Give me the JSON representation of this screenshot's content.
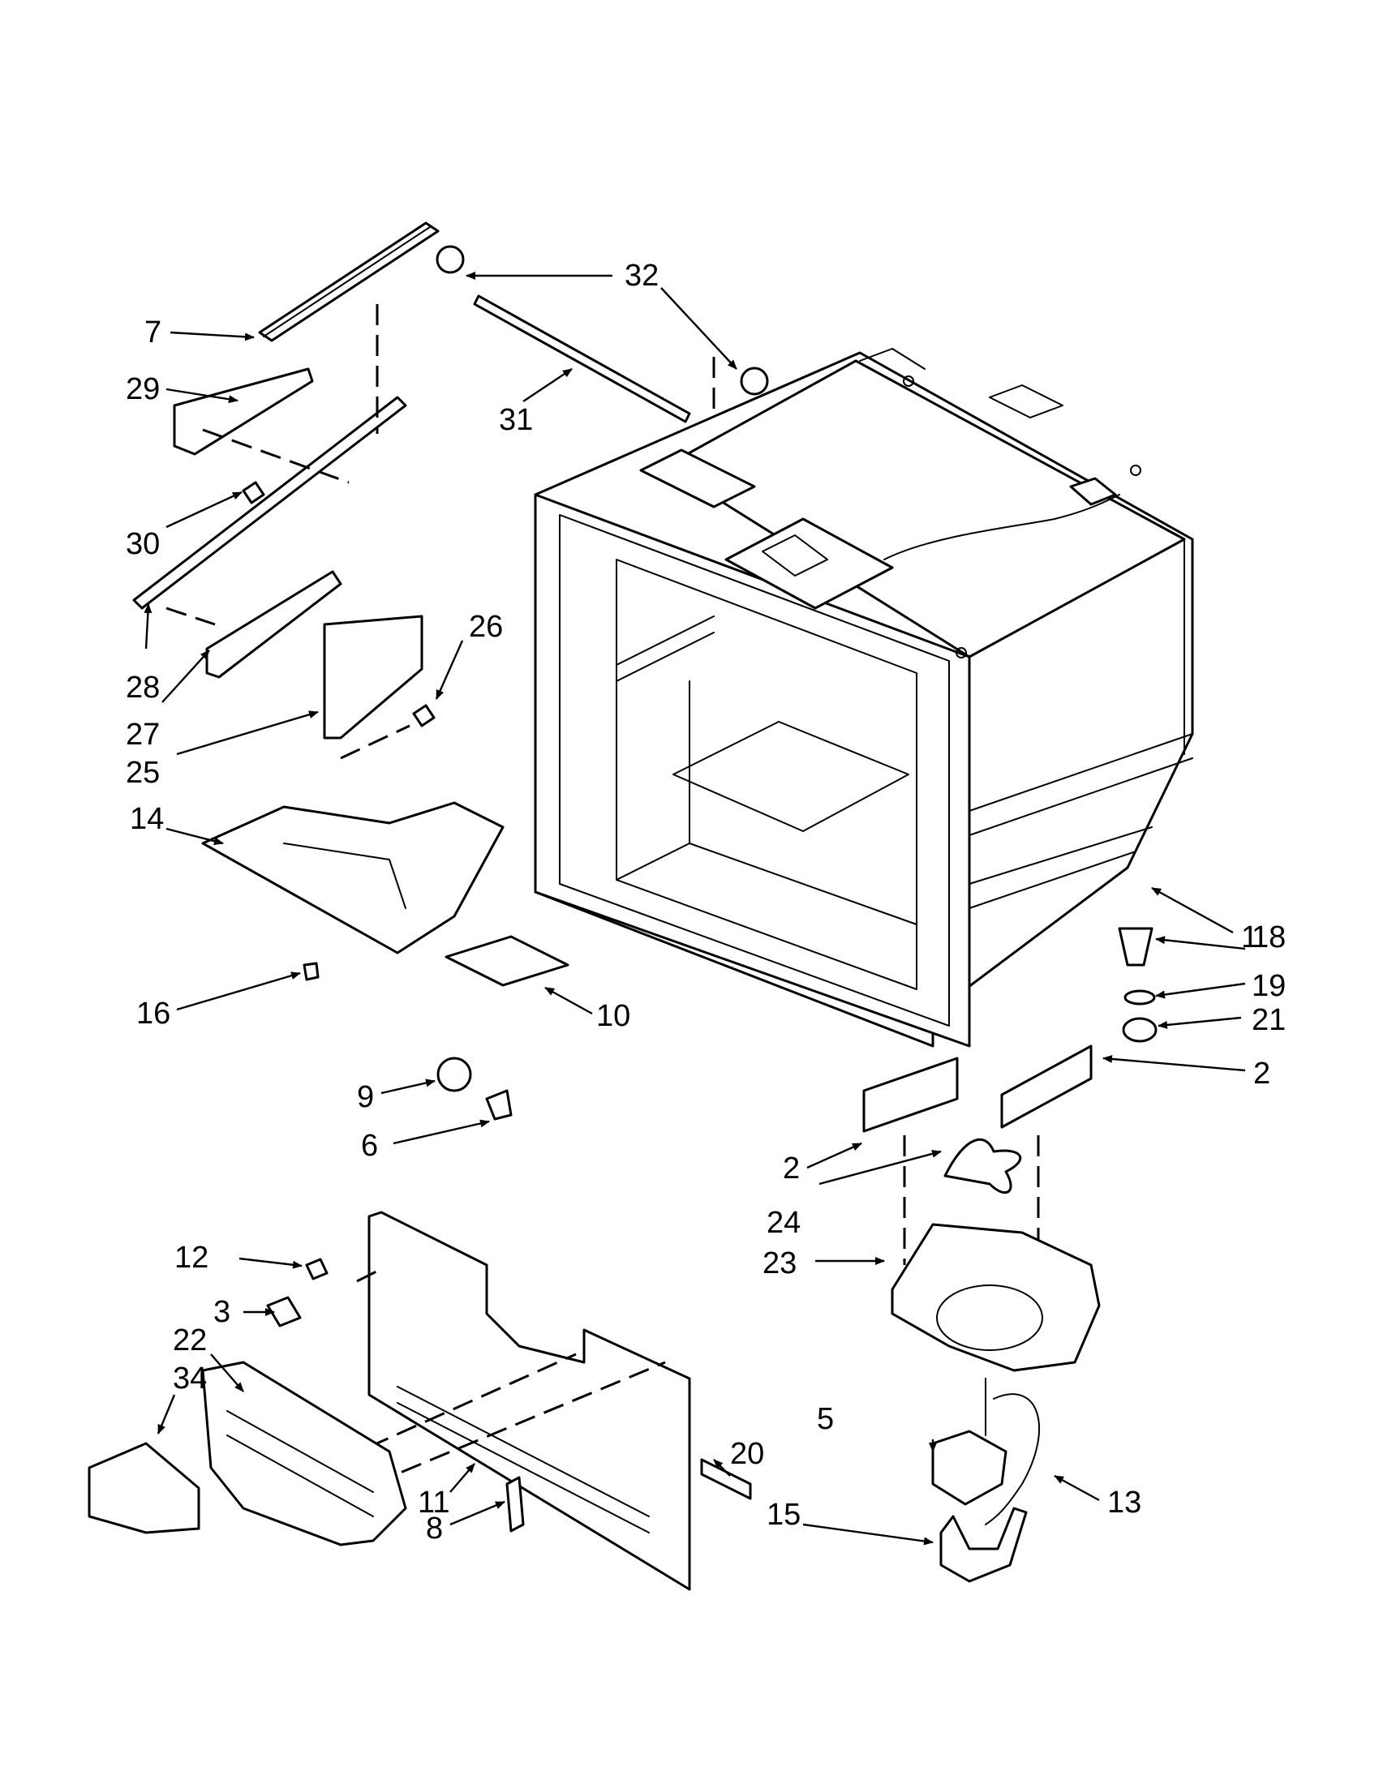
{
  "diagram": {
    "callouts": [
      {
        "id": "c1",
        "label": "1"
      },
      {
        "id": "c2a",
        "label": "2"
      },
      {
        "id": "c2b",
        "label": "2"
      },
      {
        "id": "c3",
        "label": "3"
      },
      {
        "id": "c5",
        "label": "5"
      },
      {
        "id": "c6",
        "label": "6"
      },
      {
        "id": "c7",
        "label": "7"
      },
      {
        "id": "c8",
        "label": "8"
      },
      {
        "id": "c9",
        "label": "9"
      },
      {
        "id": "c10",
        "label": "10"
      },
      {
        "id": "c11",
        "label": "11"
      },
      {
        "id": "c12",
        "label": "12"
      },
      {
        "id": "c13",
        "label": "13"
      },
      {
        "id": "c14",
        "label": "14"
      },
      {
        "id": "c15",
        "label": "15"
      },
      {
        "id": "c16",
        "label": "16"
      },
      {
        "id": "c18",
        "label": "18"
      },
      {
        "id": "c19",
        "label": "19"
      },
      {
        "id": "c20",
        "label": "20"
      },
      {
        "id": "c21",
        "label": "21"
      },
      {
        "id": "c22",
        "label": "22"
      },
      {
        "id": "c23",
        "label": "23"
      },
      {
        "id": "c24",
        "label": "24"
      },
      {
        "id": "c25",
        "label": "25"
      },
      {
        "id": "c26",
        "label": "26"
      },
      {
        "id": "c27",
        "label": "27"
      },
      {
        "id": "c28",
        "label": "28"
      },
      {
        "id": "c29",
        "label": "29"
      },
      {
        "id": "c30",
        "label": "30"
      },
      {
        "id": "c31",
        "label": "31"
      },
      {
        "id": "c32",
        "label": "32"
      },
      {
        "id": "c34",
        "label": "34"
      }
    ]
  }
}
